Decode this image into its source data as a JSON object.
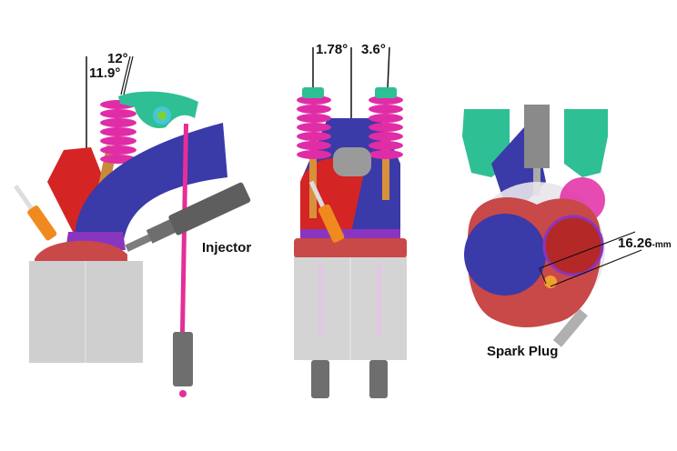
{
  "figure": {
    "views": [
      {
        "id": "side-view",
        "labels": {
          "angle_a": "12°",
          "angle_b": "11.9°",
          "component": "Injector"
        }
      },
      {
        "id": "front-view",
        "labels": {
          "angle_a": "1.78°",
          "angle_b": "3.6°"
        }
      },
      {
        "id": "bottom-view",
        "labels": {
          "dimension_value": "16.26",
          "dimension_unit": "-mm",
          "component": "Spark Plug"
        }
      }
    ],
    "colors": {
      "intake_port": "#3a3aa8",
      "exhaust_port": "#d42424",
      "valve_spring": "#e02ca6",
      "rocker_arm": "#2fbf95",
      "cylinder": "#cfcfcf",
      "combustion_chamber": "#c94848",
      "spark_plug_boot": "#f08a1e",
      "injector": "#6e6e6e",
      "pushrod": "#e62e98",
      "valve_stem": "#d8903a",
      "gasket": "#8a35c0"
    }
  }
}
